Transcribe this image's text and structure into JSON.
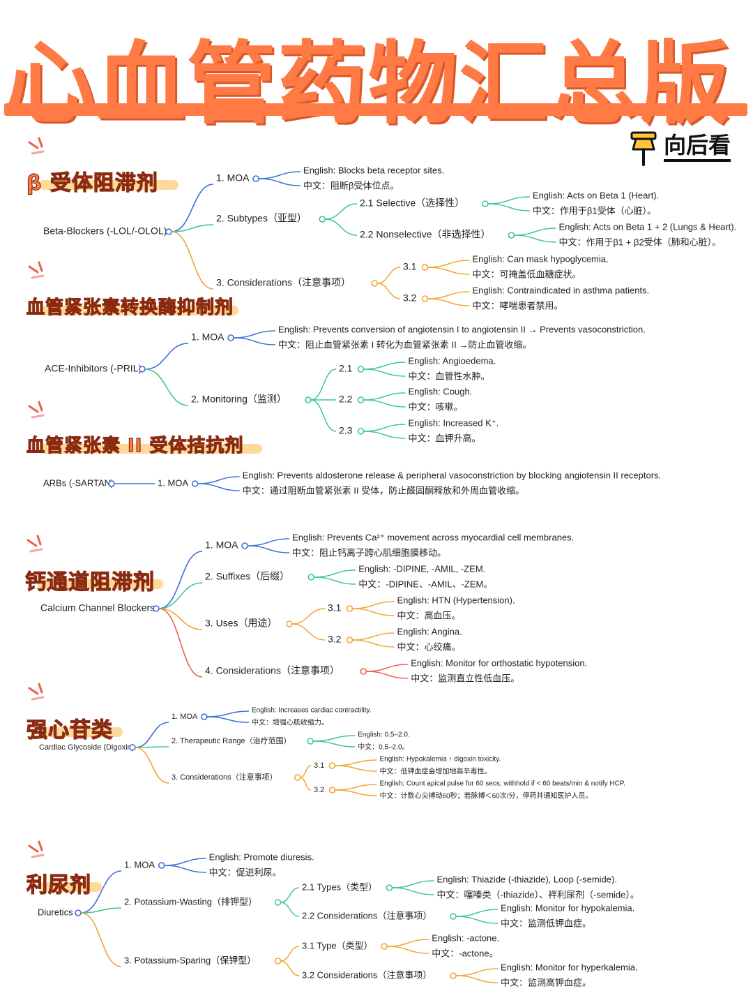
{
  "header": {
    "title": "心血管药物汇总版",
    "pin_label": "向后看"
  },
  "colors": {
    "accent": "#FF7A45",
    "highlight": "#FFD99A",
    "blue": "#3B6FD6",
    "green": "#3CC98A",
    "orange": "#F2A531",
    "red": "#E8604C",
    "text": "#222222"
  },
  "sections": [
    {
      "title": "β  受体阻滞剂",
      "root": "Beta-Blockers (-LOL/-OLOL)",
      "branches": [
        {
          "label": "1. MOA",
          "en": "English: Blocks beta receptor sites.",
          "zh": "中文：阻断β受体位点。"
        },
        {
          "label": "2. Subtypes（亚型）",
          "children": [
            {
              "label": "2.1 Selective（选择性）",
              "en": "English: Acts on Beta 1 (Heart).",
              "zh": "中文：作用于β1受体（心脏）。"
            },
            {
              "label": "2.2 Nonselective（非选择性）",
              "en": "English: Acts on Beta 1 + 2 (Lungs & Heart).",
              "zh": "中文：作用于β1 + β2受体（肺和心脏）。"
            }
          ]
        },
        {
          "label": "3. Considerations（注意事项）",
          "children": [
            {
              "label": "3.1",
              "en": "English: Can mask hypoglycemia.",
              "zh": "中文：可掩盖低血糖症状。"
            },
            {
              "label": "3.2",
              "en": "English: Contraindicated in asthma patients.",
              "zh": "中文：哮喘患者禁用。"
            }
          ]
        }
      ]
    },
    {
      "title": "血管紧张素转换酶抑制剂",
      "root": "ACE-Inhibitors (-PRIL)",
      "branches": [
        {
          "label": "1. MOA",
          "en": "English: Prevents conversion of angiotensin I to angiotensin II → Prevents vasoconstriction.",
          "zh": "中文：阻止血管紧张素 I 转化为血管紧张素 II →防止血管收缩。"
        },
        {
          "label": "2. Monitoring（监测）",
          "children": [
            {
              "label": "2.1",
              "en": "English: Angioedema.",
              "zh": "中文：血管性水肿。"
            },
            {
              "label": "2.2",
              "en": "English: Cough.",
              "zh": "中文：咳嗽。"
            },
            {
              "label": "2.3",
              "en": "English: Increased K⁺.",
              "zh": "中文：血钾升高。"
            }
          ]
        }
      ]
    },
    {
      "title": "血管紧张素  II  受体拮抗剂",
      "root": "ARBs (-SARTAN)",
      "branches": [
        {
          "label": "1. MOA",
          "en": "English: Prevents aldosterone release & peripheral vasoconstriction by blocking angiotensin II receptors.",
          "zh": "中文：通过阻断血管紧张素 II 受体，防止醛固酮释放和外周血管收缩。"
        }
      ]
    },
    {
      "title": "钙通道阻滞剂",
      "root": "Calcium Channel Blockers",
      "branches": [
        {
          "label": "1. MOA",
          "en": "English: Prevents Ca²⁺ movement across myocardial cell membranes.",
          "zh": "中文：阻止钙离子跨心肌细胞膜移动。"
        },
        {
          "label": "2. Suffixes（后缀）",
          "en": "English: -DIPINE, -AMIL, -ZEM.",
          "zh": "中文：-DIPINE、-AMIL、-ZEM。"
        },
        {
          "label": "3. Uses（用途）",
          "children": [
            {
              "label": "3.1",
              "en": "English: HTN (Hypertension).",
              "zh": "中文：高血压。"
            },
            {
              "label": "3.2",
              "en": "English: Angina.",
              "zh": "中文：心绞痛。"
            }
          ]
        },
        {
          "label": "4. Considerations（注意事项）",
          "en": "English: Monitor for orthostatic hypotension.",
          "zh": "中文：监测直立性低血压。"
        }
      ]
    },
    {
      "title": "强心苷类",
      "root": "Cardiac Glycoside (Digoxin)",
      "branches": [
        {
          "label": "1. MOA",
          "en": "English: Increases cardiac contractility.",
          "zh": "中文：增强心肌收缩力。"
        },
        {
          "label": "2. Therapeutic Range（治疗范围）",
          "en": "English: 0.5–2.0.",
          "zh": "中文：0.5–2.0。"
        },
        {
          "label": "3. Considerations（注意事项）",
          "children": [
            {
              "label": "3.1",
              "en": "English: Hypokalemia ↑ digoxin toxicity.",
              "zh": "中文：低钾血症会增加地高辛毒性。"
            },
            {
              "label": "3.2",
              "en": "English: Count apical pulse for 60 secs; withhold if < 60 beats/min & notify HCP.",
              "zh": "中文：计数心尖搏动60秒；若脉搏＜60次/分，停药并通知医护人员。"
            }
          ]
        }
      ]
    },
    {
      "title": "利尿剂",
      "root": "Diuretics",
      "branches": [
        {
          "label": "1. MOA",
          "en": "English: Promote diuresis.",
          "zh": "中文：促进利尿。"
        },
        {
          "label": "2. Potassium-Wasting（排钾型）",
          "children": [
            {
              "label": "2.1 Types（类型）",
              "en": "English: Thiazide (-thiazide), Loop (-semide).",
              "zh": "中文：噻嗪类（-thiazide）、袢利尿剂（-semide）。"
            },
            {
              "label": "2.2 Considerations（注意事项）",
              "en": "English: Monitor for hypokalemia.",
              "zh": "中文：监测低钾血症。"
            }
          ]
        },
        {
          "label": "3. Potassium-Sparing（保钾型）",
          "children": [
            {
              "label": "3.1 Type（类型）",
              "en": "English: -actone.",
              "zh": "中文：-actone。"
            },
            {
              "label": "3.2 Considerations（注意事项）",
              "en": "English: Monitor for hyperkalemia.",
              "zh": "中文：监测高钾血症。"
            }
          ]
        }
      ]
    }
  ]
}
